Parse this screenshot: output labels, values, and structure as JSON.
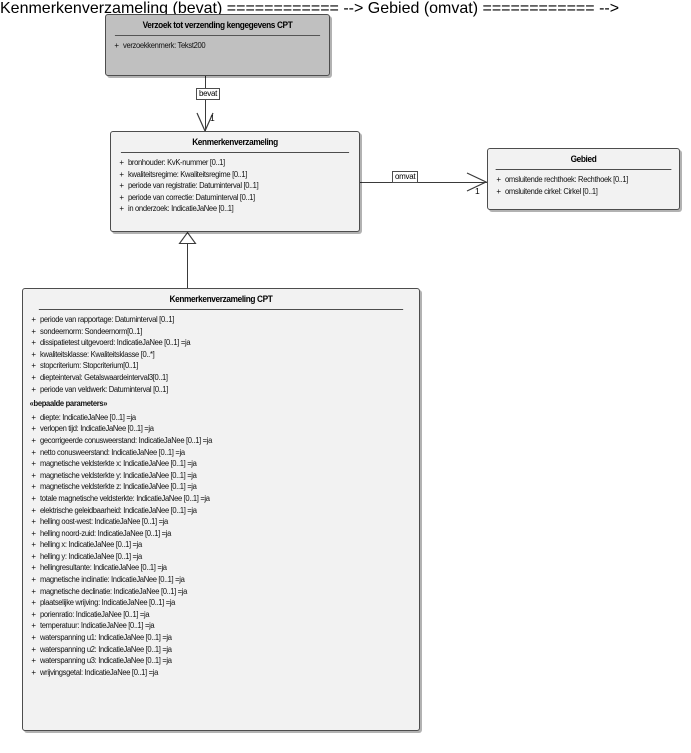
{
  "diagram": {
    "type": "uml-class-diagram",
    "title": "Kenmerkenverzameling CPT UML class diagram",
    "classes": [
      {
        "id": "verzoek",
        "name": "Verzoek tot verzending kengegevens CPT",
        "filled": true,
        "attributes": [
          {
            "visibility": "+",
            "text": "verzoekkenmerk: Tekst200"
          }
        ]
      },
      {
        "id": "kenmerkenverzameling",
        "name": "Kenmerkenverzameling",
        "filled": false,
        "attributes": [
          {
            "visibility": "+",
            "text": "bronhouder: KvK-nummer [0..1]"
          },
          {
            "visibility": "+",
            "text": "kwaliteitsregime: Kwaliteitsregime [0..1]"
          },
          {
            "visibility": "+",
            "text": "periode van registratie: Datuminterval [0..1]"
          },
          {
            "visibility": "+",
            "text": "periode van correctie: Datuminterval [0..1]"
          },
          {
            "visibility": "+",
            "text": "in onderzoek: IndicatieJaNee [0..1]"
          }
        ]
      },
      {
        "id": "gebied",
        "name": "Gebied",
        "filled": false,
        "attributes": [
          {
            "visibility": "+",
            "text": "omsluitende rechthoek: Rechthoek [0..1]"
          },
          {
            "visibility": "+",
            "text": "omsluitende cirkel: Cirkel [0..1]"
          }
        ]
      },
      {
        "id": "kenmerkenverzameling-cpt",
        "name": "Kenmerkenverzameling CPT",
        "filled": false,
        "attributes": [
          {
            "visibility": "+",
            "text": "periode van rapportage: Datuminterval [0..1]"
          },
          {
            "visibility": "+",
            "text": "sondeernorm: Sondeernorm[0..1]"
          },
          {
            "visibility": "+",
            "text": "dissipatietest uitgevoerd: IndicatieJaNee [0..1] =ja"
          },
          {
            "visibility": "+",
            "text": "kwaliteitsklasse: Kwaliteitsklasse [0..*]"
          },
          {
            "visibility": "+",
            "text": "stopcriterium: Stopcriterium[0..1]"
          },
          {
            "visibility": "+",
            "text": "diepteinterval: Getalswaardeinterval3[0..1]"
          },
          {
            "visibility": "+",
            "text": "periode van veldwerk: Datuminterval [0..1]"
          }
        ],
        "stereotype": "«bepaalde parameters»",
        "parameters": [
          {
            "visibility": "+",
            "text": "diepte: IndicatieJaNee [0..1] =ja"
          },
          {
            "visibility": "+",
            "text": "verlopen tijd: IndicatieJaNee [0..1] =ja"
          },
          {
            "visibility": "+",
            "text": "gecorrigeerde conusweerstand: IndicatieJaNee [0..1] =ja"
          },
          {
            "visibility": "+",
            "text": "netto conusweerstand: IndicatieJaNee [0..1] =ja"
          },
          {
            "visibility": "+",
            "text": "magnetische veldsterkte x: IndicatieJaNee [0..1] =ja"
          },
          {
            "visibility": "+",
            "text": "magnetische veldsterkte y: IndicatieJaNee [0..1] =ja"
          },
          {
            "visibility": "+",
            "text": "magnetische veldsterkte z: IndicatieJaNee [0..1] =ja"
          },
          {
            "visibility": "+",
            "text": "totale magnetische veldsterkte: IndicatieJaNee [0..1] =ja"
          },
          {
            "visibility": "+",
            "text": "elektrische geleidbaarheid: IndicatieJaNee [0..1] =ja"
          },
          {
            "visibility": "+",
            "text": "helling oost-west: IndicatieJaNee [0..1] =ja"
          },
          {
            "visibility": "+",
            "text": "helling noord-zuid: IndicatieJaNee [0..1] =ja"
          },
          {
            "visibility": "+",
            "text": "helling x: IndicatieJaNee [0..1] =ja"
          },
          {
            "visibility": "+",
            "text": "helling y: IndicatieJaNee [0..1] =ja"
          },
          {
            "visibility": "+",
            "text": "hellingresultante: IndicatieJaNee [0..1] =ja"
          },
          {
            "visibility": "+",
            "text": "magnetische inclinatie: IndicatieJaNee [0..1] =ja"
          },
          {
            "visibility": "+",
            "text": "magnetische declinatie: IndicatieJaNee [0..1] =ja"
          },
          {
            "visibility": "+",
            "text": "plaatselijke wrijving: IndicatieJaNee [0..1] =ja"
          },
          {
            "visibility": "+",
            "text": "porienratio: IndicatieJaNee [0..1] =ja"
          },
          {
            "visibility": "+",
            "text": "temperatuur: IndicatieJaNee [0..1] =ja"
          },
          {
            "visibility": "+",
            "text": "waterspanning u1: IndicatieJaNee [0..1] =ja"
          },
          {
            "visibility": "+",
            "text": "waterspanning u2: IndicatieJaNee [0..1] =ja"
          },
          {
            "visibility": "+",
            "text": "waterspanning u3: IndicatieJaNee [0..1] =ja"
          },
          {
            "visibility": "+",
            "text": "wrijvingsgetal: IndicatieJaNee [0..1] =ja"
          }
        ]
      }
    ],
    "relationships": [
      {
        "id": "bevat",
        "kind": "association",
        "label": "bevat",
        "source": "verzoek",
        "target": "kenmerkenverzameling",
        "target_multiplicity": "1"
      },
      {
        "id": "omvat",
        "kind": "association",
        "label": "omvat",
        "source": "kenmerkenverzameling",
        "target": "gebied",
        "target_multiplicity": "1"
      },
      {
        "id": "generalization",
        "kind": "generalization",
        "label": "",
        "source": "kenmerkenverzameling-cpt",
        "target": "kenmerkenverzameling",
        "target_multiplicity": ""
      }
    ],
    "colors": {
      "box_fill": "#f2f2f2",
      "box_fill_highlight": "#c0c0c0",
      "border": "#4d4d4d",
      "line": "#3a3a3a",
      "text": "#111111",
      "background": "#ffffff"
    }
  }
}
